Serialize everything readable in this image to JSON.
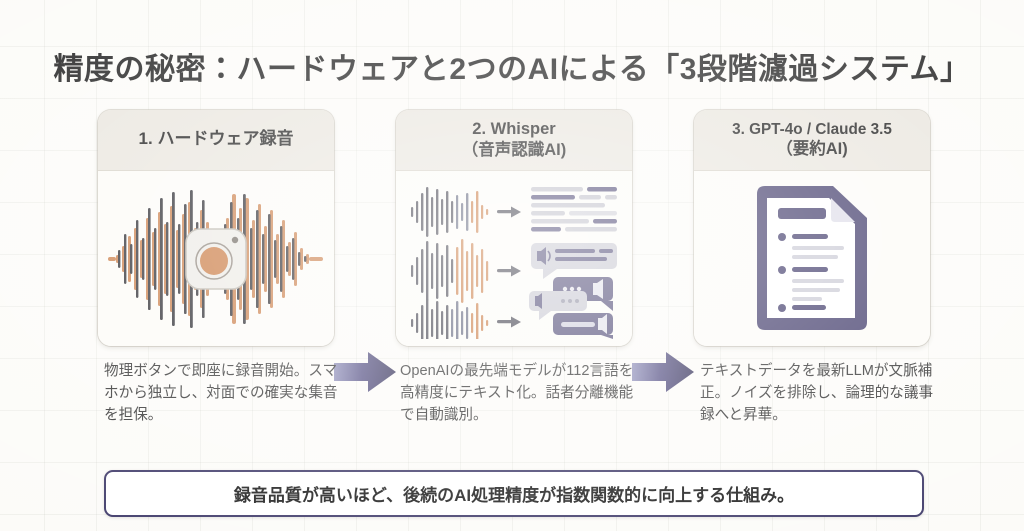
{
  "title": "精度の秘密：ハードウェアと2つのAIによる「3段階濾過システム」",
  "colors": {
    "background": "#fcfbf8",
    "card_header": "#e9e5dd",
    "card_body": "#fcfbf7",
    "accent_navy": "#373263",
    "accent_orange": "#c8763c",
    "waveform_dark": "#2d2d33",
    "text": "#1b1b1b"
  },
  "steps": [
    {
      "title_line1": "1. ハードウェア録音",
      "title_line2": "",
      "illustration": "waveform-with-recorder-device",
      "caption": "物理ボタンで即座に録音開始。スマホから独立し、対面での確実な集音を担保。"
    },
    {
      "title_line1": "2. Whisper",
      "title_line2": "（音声認識AI)",
      "illustration": "waveforms-to-transcript-bubbles",
      "caption": "OpenAIの最先端モデルが112言語を高精度にテキスト化。話者分離機能で自動識別。"
    },
    {
      "title_line1": "3. GPT-4o / Claude 3.5",
      "title_line2": "（要約AI)",
      "illustration": "summary-document",
      "caption": "テキストデータを最新LLMが文脈補正。ノイズを排除し、論理的な議事録へと昇華。"
    }
  ],
  "connectors": [
    {
      "name": "arrow-step1-to-step2"
    },
    {
      "name": "arrow-step2-to-step3"
    }
  ],
  "footer": {
    "text": "録音品質が高いほど、後続のAI処理精度が指数関数的に向上する仕組み。"
  }
}
